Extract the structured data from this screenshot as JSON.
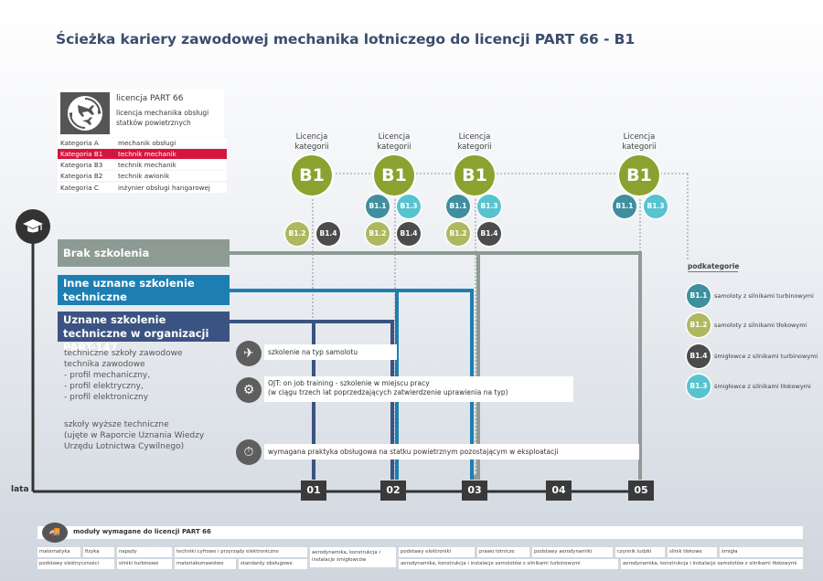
{
  "title": "Ścieżka kariery zawodowej mechanika lotniczego do licencji PART 66 - B1",
  "licence": {
    "name": "licencja PART 66",
    "desc": "licencja mechanika obsługi statków powietrznych",
    "categories": [
      {
        "cat": "Kategoria A",
        "role": "mechanik obsługi"
      },
      {
        "cat": "Kategoria B1",
        "role": "technik mechanik"
      },
      {
        "cat": "Kategoria B3",
        "role": "technik mechanik"
      },
      {
        "cat": "Kategoria B2",
        "role": "technik awionik"
      },
      {
        "cat": "Kategoria C",
        "role": "inżynier obsługi hangarowej"
      }
    ]
  },
  "columns": {
    "licence_label": "Licencja kategorii",
    "badge": "B1",
    "sub_b11": "B1.1",
    "sub_b13": "B1.3",
    "sub_b12": "B1.2",
    "sub_b14": "B1.4"
  },
  "paths": {
    "no_training": "Brak szkolenia",
    "other_training": "Inne uznane szkolenie techniczne",
    "approved_training": "Uznane szkolenie techniczne w organizacji PART-147"
  },
  "schools": {
    "technical": "techniczne szkoły zawodowe\ntechnika zawodowe\n- profil mechaniczny,\n- profil elektryczny,\n- profil elektroniczny",
    "higher": "szkoły wyższe techniczne\n(ujęte w Raporcie Uznania Wiedzy\nUrzędu Lotnictwa Cywilnego)"
  },
  "info": {
    "type_training": "szkolenie na typ samolotu",
    "ojt": "OJT: on job training - szkolenie w miejscu pracy\n(w ciągu trzech lat poprzedzających zatwierdzenie uprawienia na typ)",
    "practice": "wymagana praktyka obsługowa na statku powietrznym pozostającym w eksploatacji"
  },
  "axis": {
    "label": "lata",
    "years": [
      "01",
      "02",
      "03",
      "04",
      "05"
    ]
  },
  "legend": {
    "title": "podkategorie",
    "items": [
      {
        "code": "B1.1",
        "text": "samoloty z silnikami turbinowymi"
      },
      {
        "code": "B1.2",
        "text": "samoloty z silnikami tłokowymi"
      },
      {
        "code": "B1.4",
        "text": "śmigłowce z silnikami turbinowymi"
      },
      {
        "code": "B1.3",
        "text": "śmigłowce z silnikami tłokowymi"
      }
    ]
  },
  "modules": {
    "title": "moduły wymagane do licencji PART 66",
    "row1": [
      "matematyka",
      "fizyka",
      "napędy",
      "techniki cyfrowe i przyrządy elektroniczne",
      "aerodynamika, konstrukcja i instalacje śmigłowców",
      "podstawy elektroniki",
      "prawo lotnicze",
      "podstawy aerodynamiki",
      "czynnik ludzki",
      "silnik tłokowe",
      "śmigła"
    ],
    "row2": [
      "podstawy elektryczności",
      "silniki turbinowe",
      "materiałoznawstwo",
      "standardy obsługowe",
      "aerodynamika, konstrukcja i instalacje samolotów z silnikami turbinowymi",
      "aerodynamika, konstrukcja i instalacje samolotów z silnikami tłokowymi"
    ]
  },
  "colors": {
    "gray_path": "#8e9b94",
    "blue_path": "#1d7fb1",
    "navy_path": "#3b5382",
    "green": "#8ba230",
    "red": "#d4163f"
  }
}
